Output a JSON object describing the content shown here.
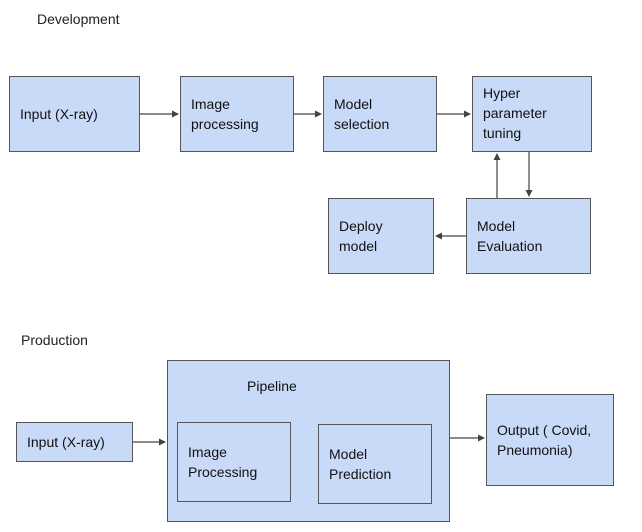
{
  "development": {
    "label": "Development",
    "input": "Input (X-ray)",
    "image_processing": "Image\nprocessing",
    "model_selection": "Model\nselection",
    "hyper_tuning": "Hyper\nparameter\ntuning",
    "model_evaluation": "Model\nEvaluation",
    "deploy_model": "Deploy\nmodel"
  },
  "production": {
    "label": "Production",
    "input": "Input (X-ray)",
    "pipeline": "Pipeline",
    "image_processing": "Image\nProcessing",
    "model_prediction": "Model\nPrediction",
    "output": "Output ( Covid,\nPneumonia)"
  },
  "colors": {
    "box_fill": "#c9daf8",
    "box_border": "#555555",
    "arrow": "#444444"
  }
}
